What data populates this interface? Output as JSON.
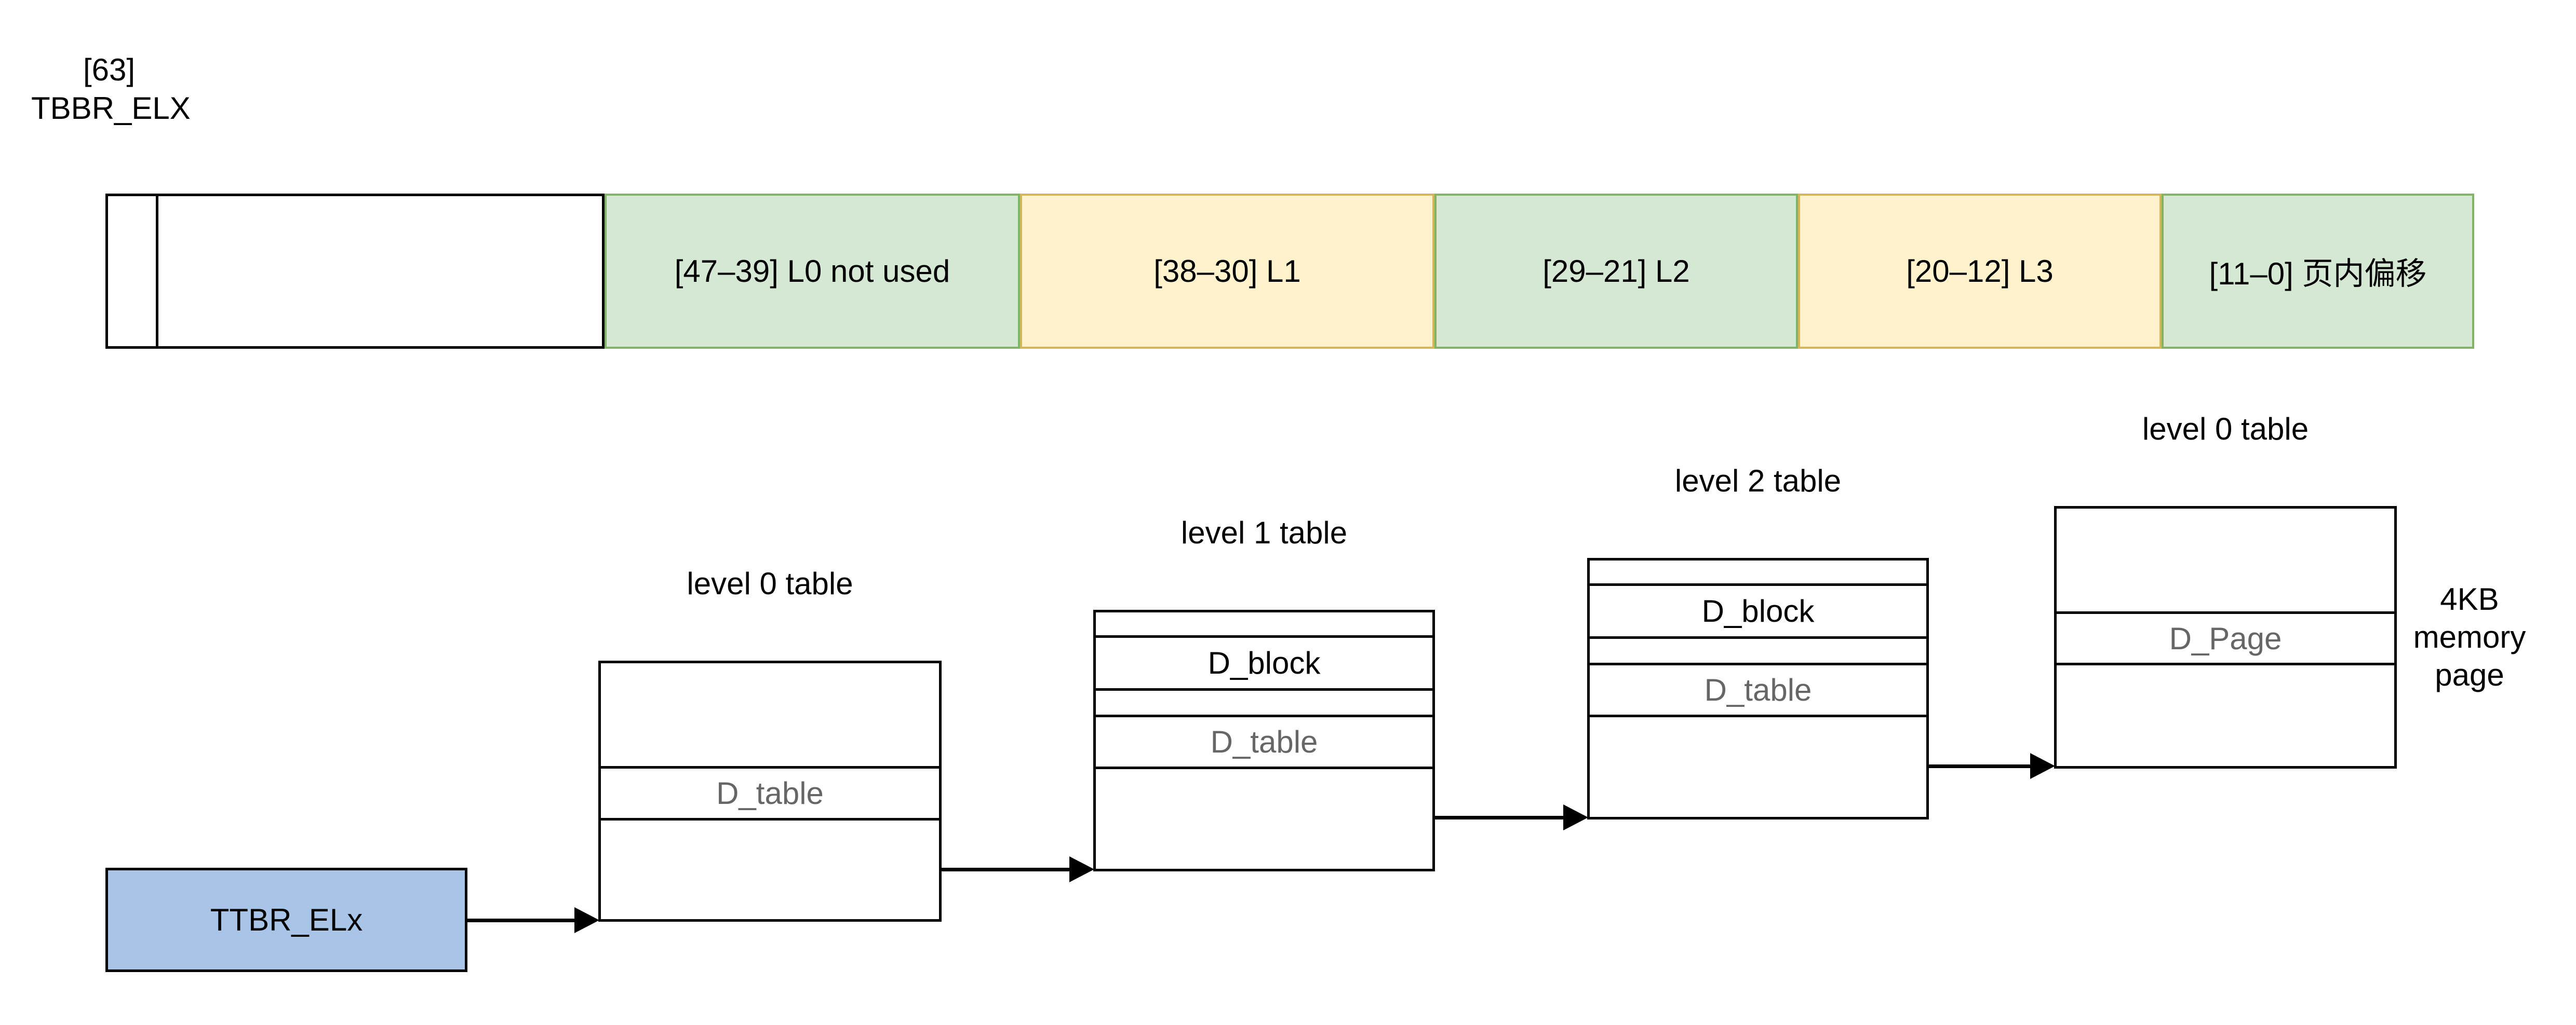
{
  "header": {
    "bit_index": "[63]",
    "register": "TBBR_ELX"
  },
  "address_bar": {
    "segments": [
      {
        "id": "bit63-cell",
        "label": "",
        "fill": "white"
      },
      {
        "id": "high-bits-cell",
        "label": "",
        "fill": "white"
      },
      {
        "id": "l0-index",
        "label": "[47–39] L0 not used",
        "fill": "green"
      },
      {
        "id": "l1-index",
        "label": "[38–30] L1",
        "fill": "yellow"
      },
      {
        "id": "l2-index",
        "label": "[29–21] L2",
        "fill": "green"
      },
      {
        "id": "l3-index",
        "label": "[20–12] L3",
        "fill": "yellow"
      },
      {
        "id": "page-offset",
        "label": "[11–0] 页内偏移",
        "fill": "green"
      }
    ]
  },
  "ttbr": {
    "label": "TTBR_ELx"
  },
  "page_tables": [
    {
      "title": "level 0 table",
      "d_table": "D_table"
    },
    {
      "title": "level 1 table",
      "d_block": "D_block",
      "d_table": "D_table"
    },
    {
      "title": "level 2 table",
      "d_block": "D_block",
      "d_table": "D_table"
    },
    {
      "title": "level 0 table",
      "d_page": "D_Page"
    }
  ],
  "side_note": {
    "line1": "4KB",
    "line2": "memory",
    "line3": "page"
  },
  "colors": {
    "green_fill": "#d5e8d4",
    "green_stroke": "#82b366",
    "yellow_fill": "#fff2cc",
    "yellow_stroke": "#d6b656",
    "blue_fill": "#a8c5e8",
    "stroke": "#000000",
    "muted_text": "#666666"
  }
}
